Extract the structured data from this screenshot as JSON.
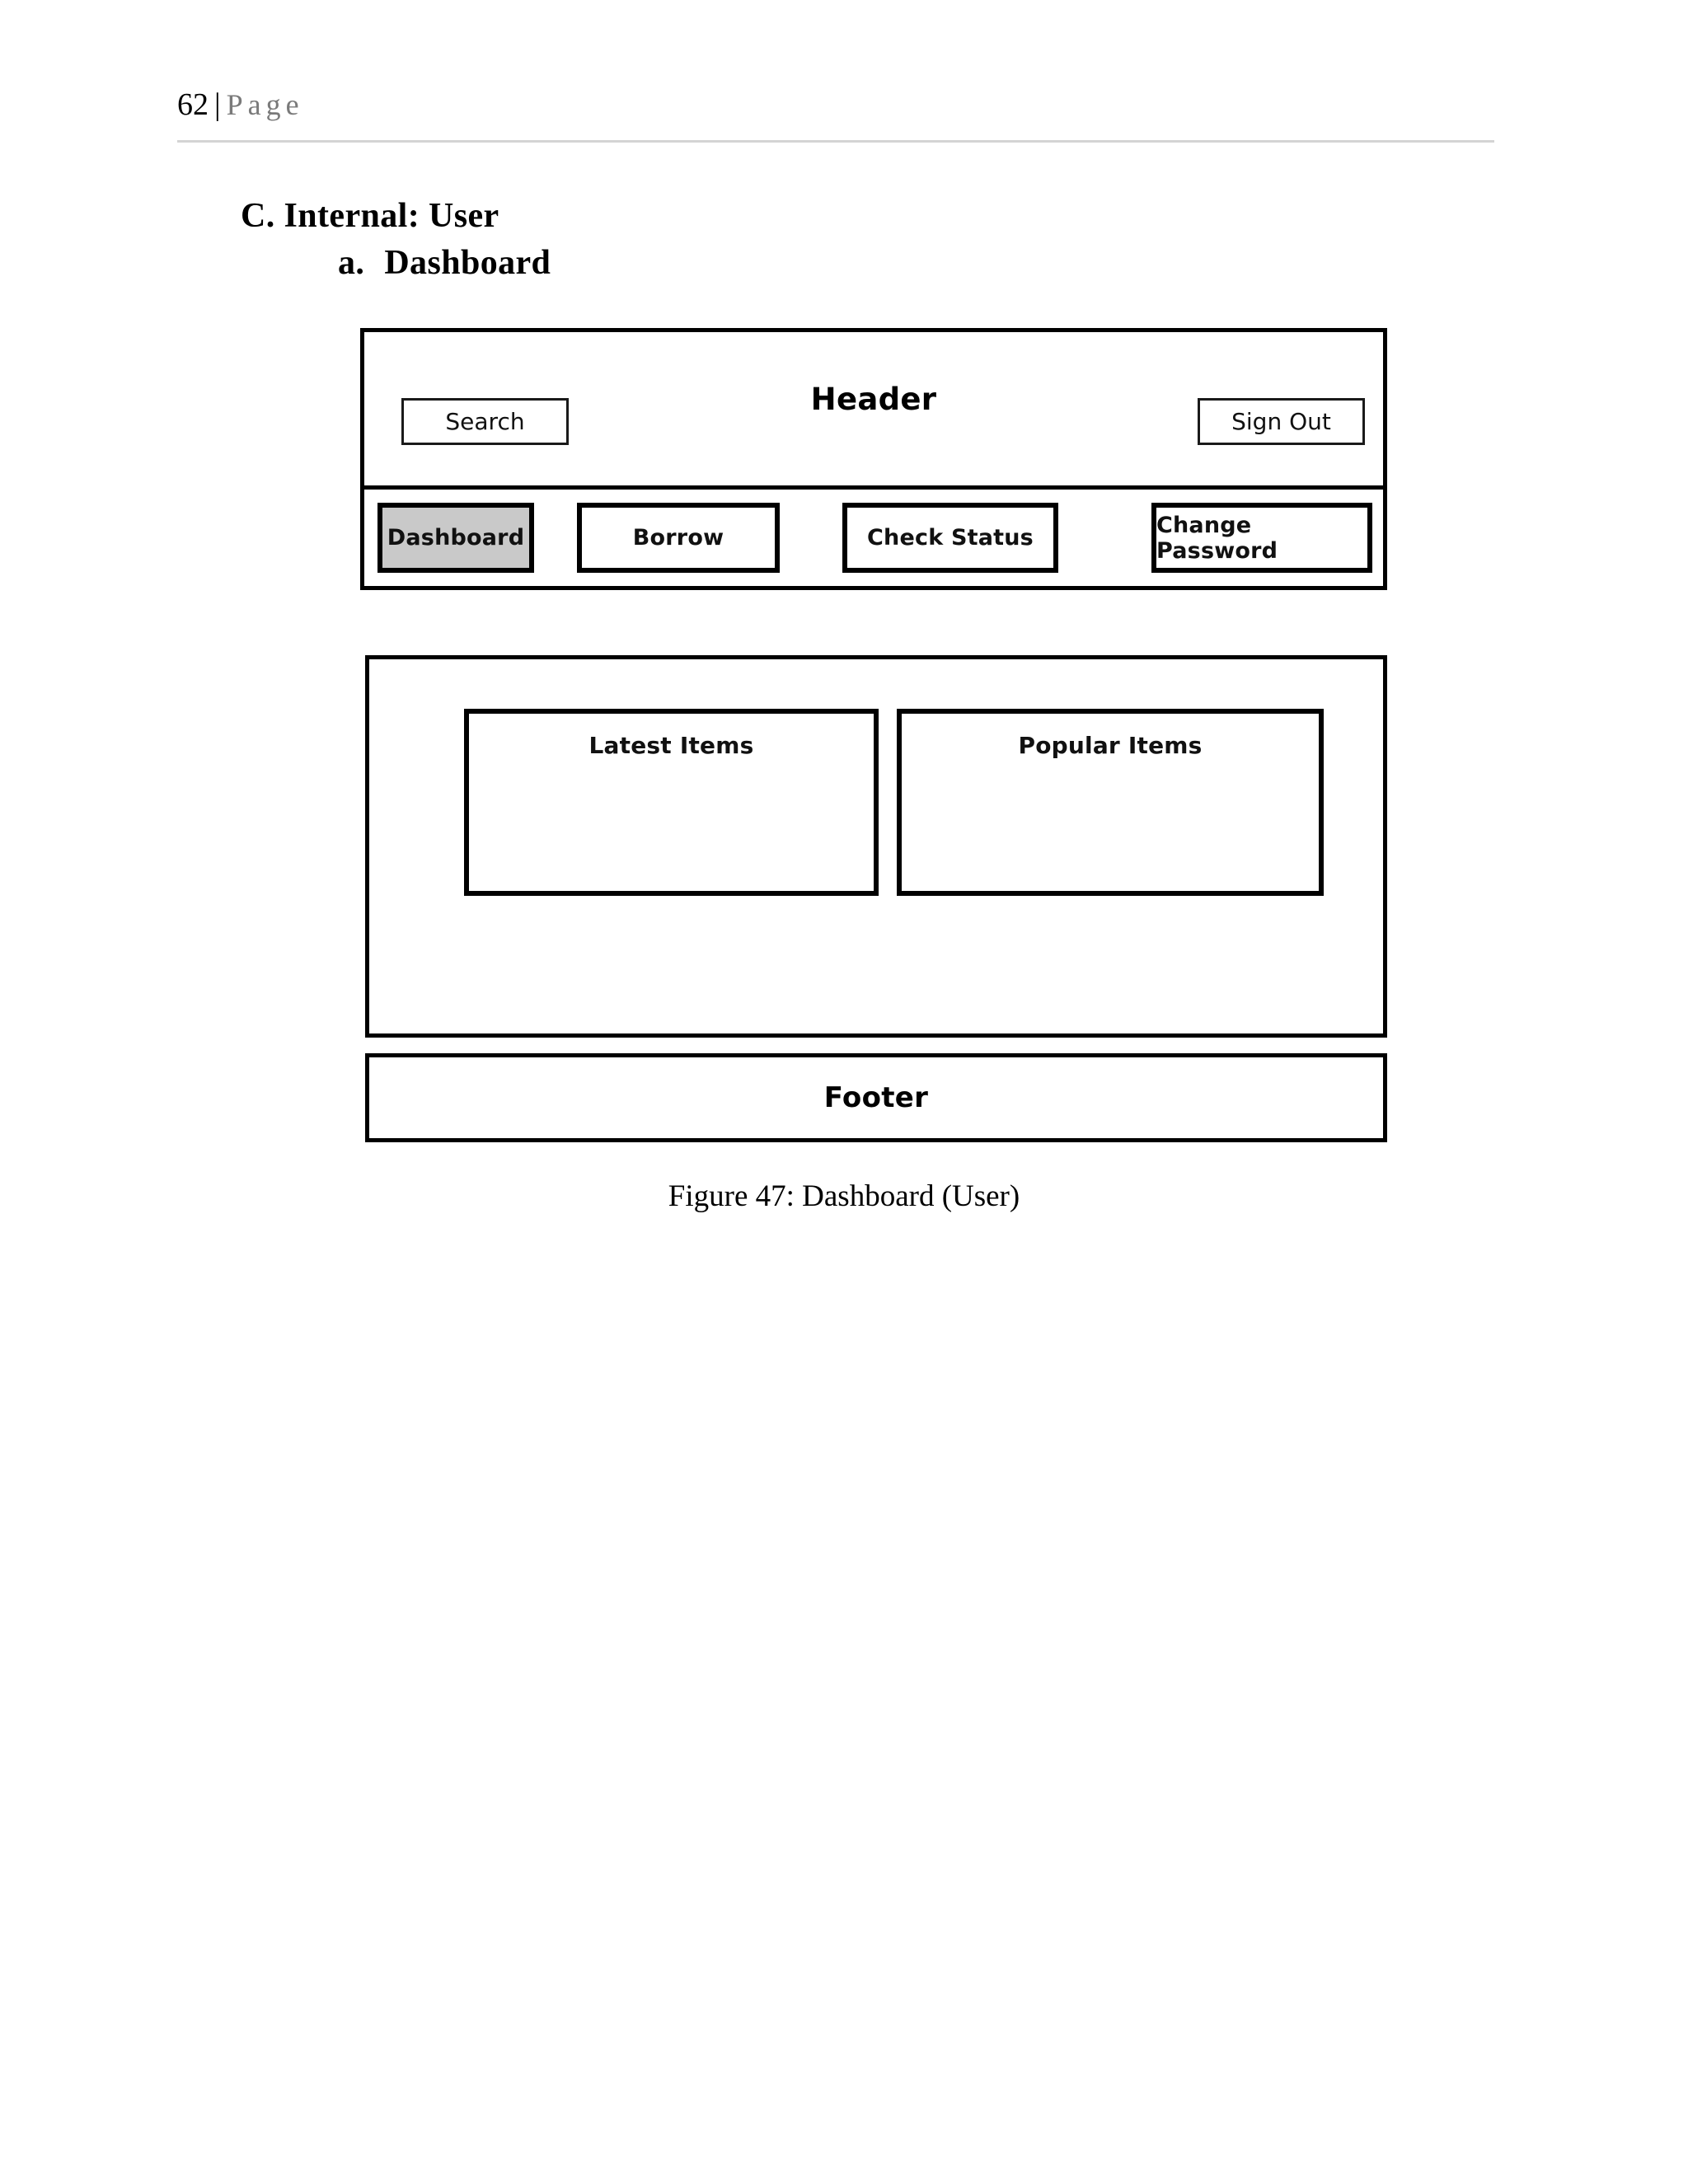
{
  "page": {
    "number": "62",
    "separator": "|",
    "label": "Page"
  },
  "headings": {
    "section": "C. Internal: User",
    "subsection_marker": "a.",
    "subsection": "Dashboard"
  },
  "mockup": {
    "header": {
      "title": "Header",
      "search_button": "Search",
      "signout_button": "Sign Out"
    },
    "nav": {
      "items": [
        {
          "label": "Dashboard",
          "active": true
        },
        {
          "label": "Borrow",
          "active": false
        },
        {
          "label": "Check Status",
          "active": false
        },
        {
          "label": "Change Password",
          "active": false
        }
      ]
    },
    "content": {
      "panels": [
        {
          "title": "Latest Items"
        },
        {
          "title": "Popular Items"
        }
      ]
    },
    "footer": {
      "title": "Footer"
    }
  },
  "caption": "Figure 47: Dashboard (User)",
  "colors": {
    "frame_border": "#000000",
    "active_nav_fill": "#c9c9c9",
    "page_label_grey": "#7a7a7a",
    "header_rule": "#d4d4d4"
  }
}
